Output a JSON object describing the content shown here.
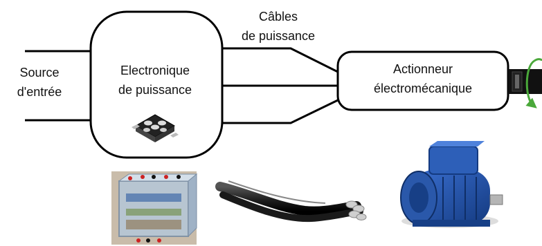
{
  "diagram": {
    "source_label_line1": "Source",
    "source_label_line2": "d'entrée",
    "electronics_label_line1": "Electronique",
    "electronics_label_line2": "de puissance",
    "cables_label_line1": "Câbles",
    "cables_label_line2": "de puissance",
    "actuator_label_line1": "Actionneur",
    "actuator_label_line2": "électromécanique"
  },
  "colors": {
    "line": "#000000",
    "rotation_arrow": "#4aa83a",
    "motor_blue": "#1f4fa0"
  },
  "icons": [
    "power-module-icon",
    "converter-photo",
    "cables-photo",
    "motor-photo",
    "shaft-icon",
    "rotation-arrow-icon"
  ]
}
